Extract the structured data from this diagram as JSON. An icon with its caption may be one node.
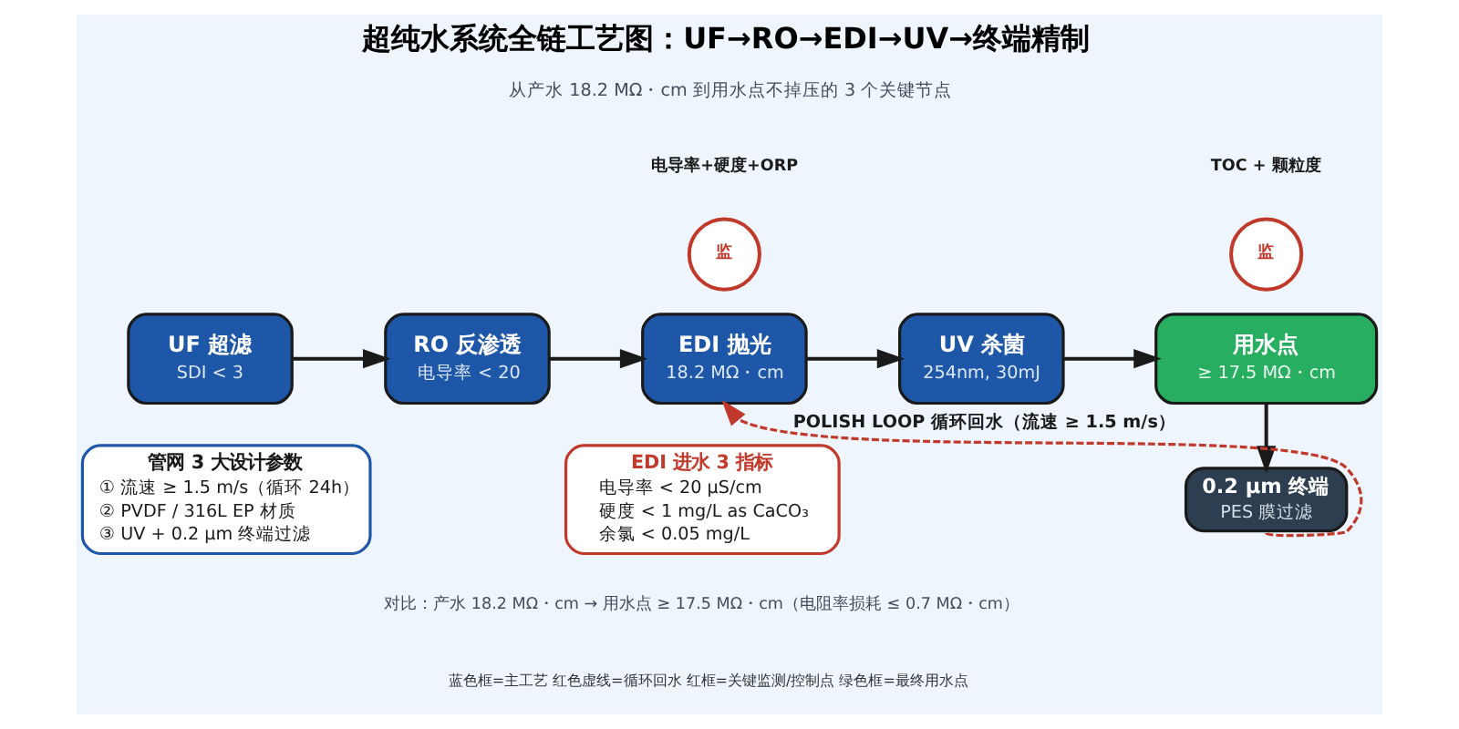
{
  "diagram": {
    "title": "超纯水系统全链工艺图：UF→RO→EDI→UV→终端精制",
    "nodes": [
      {
        "text": [
          "UF 超滤",
          "SDI < 3"
        ]
      },
      {
        "text": [
          "RO 反渗透",
          "电导率 < 20"
        ]
      },
      {
        "text": [
          "EDI 抛光",
          "18.2 MΩ・cm"
        ]
      },
      {
        "text": [
          "UV 杀菌",
          "254nm, 30mJ"
        ]
      },
      {
        "text": [
          "用水点",
          "≥ 17.5 MΩ・cm"
        ]
      },
      {
        "text": [
          "0.2 μm 终端",
          "PES 膜过滤"
        ]
      },
      {
        "text": [
          "监"
        ],
        "beside": [
          "电导率+硬度+ORP"
        ]
      },
      {
        "text": [
          "监"
        ],
        "beside": [
          "TOC + 颗粒度"
        ]
      },
      {
        "text": [
          "管网 3 大设计参数",
          "① 流速 ≥ 1.5 m/s（循环 24h）",
          "② PVDF / 316L EP 材质",
          "③ UV + 0.2 μm 终端过滤"
        ]
      },
      {
        "text": [
          "EDI 进水 3 指标",
          "电导率 < 20 μS/cm",
          "硬度 < 1 mg/L as CaCO₃",
          "余氯 < 0.05 mg/L"
        ]
      }
    ],
    "edges": [
      {
        "from": 0,
        "to": 1,
        "arrow": "to"
      },
      {
        "from": 1,
        "to": 2,
        "arrow": "to"
      },
      {
        "from": 2,
        "to": 3,
        "arrow": "to"
      },
      {
        "from": 3,
        "to": 4,
        "arrow": "to"
      },
      {
        "from": 4,
        "to": 5,
        "arrow": "to"
      },
      {
        "from": 5,
        "to": 2,
        "arrow": "to",
        "label": "POLISH LOOP 循环回水（流速 ≥ 1.5 m/s）",
        "style": "dashed",
        "color": "#c0392b"
      }
    ],
    "labels": [
      "从产水 18.2 MΩ・cm 到用水点不掉压的 3 个关键节点",
      "对比：产水 18.2 MΩ・cm → 用水点 ≥ 17.5 MΩ・cm（电阻率损耗 ≤ 0.7 MΩ・cm）",
      "蓝色框=主工艺 红色虚线=循环回水 红框=关键监测/控制点 绿色框=最终用水点"
    ]
  }
}
